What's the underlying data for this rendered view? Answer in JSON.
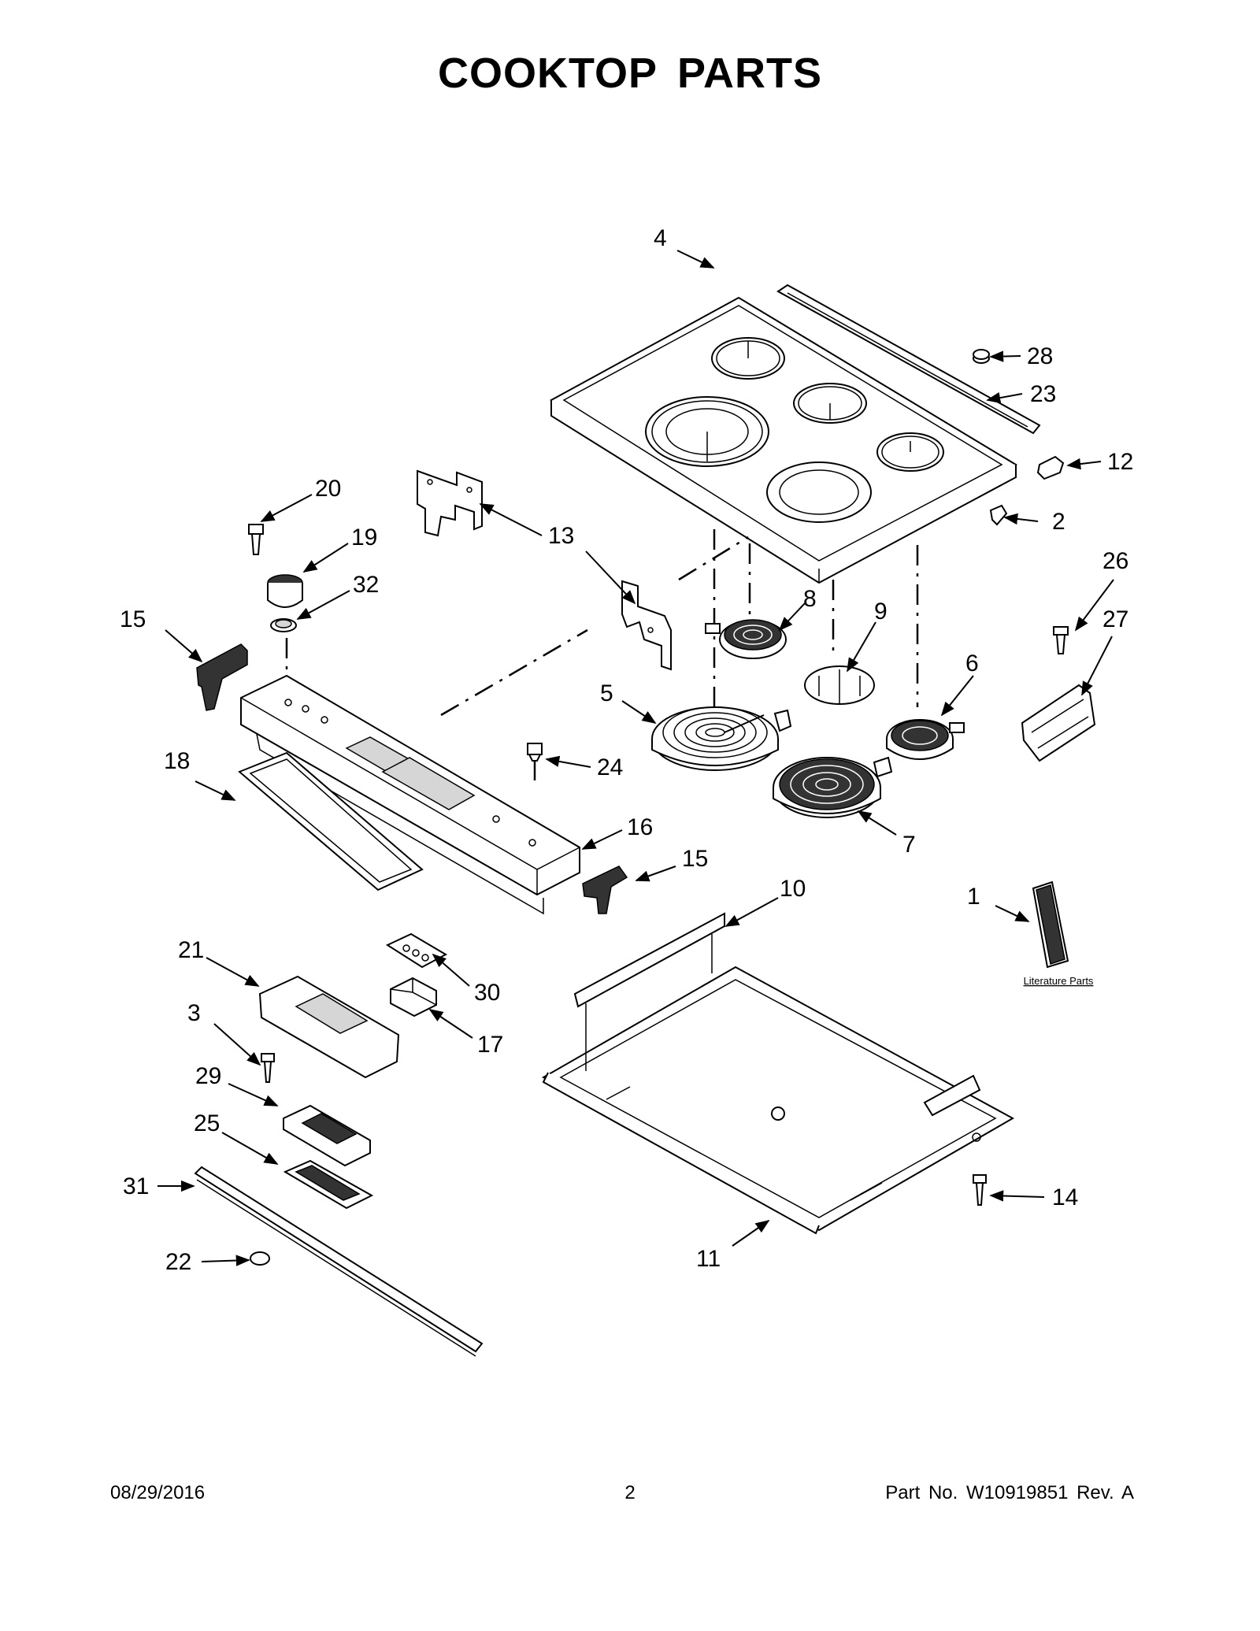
{
  "title": "COOKTOP PARTS",
  "footer": {
    "date": "08/29/2016",
    "page": "2",
    "part_number": "Part No.  W10919851  Rev.  A"
  },
  "literature_label": "Literature Parts",
  "callouts": {
    "c1": "1",
    "c2": "2",
    "c3": "3",
    "c4": "4",
    "c5": "5",
    "c6": "6",
    "c7": "7",
    "c8": "8",
    "c9": "9",
    "c10": "10",
    "c11": "11",
    "c12": "12",
    "c13": "13",
    "c14": "14",
    "c15a": "15",
    "c15b": "15",
    "c16": "16",
    "c17": "17",
    "c18": "18",
    "c19": "19",
    "c20": "20",
    "c21": "21",
    "c22": "22",
    "c23": "23",
    "c24": "24",
    "c25": "25",
    "c26": "26",
    "c27": "27",
    "c28": "28",
    "c29": "29",
    "c30": "30",
    "c31": "31",
    "c32": "32"
  }
}
